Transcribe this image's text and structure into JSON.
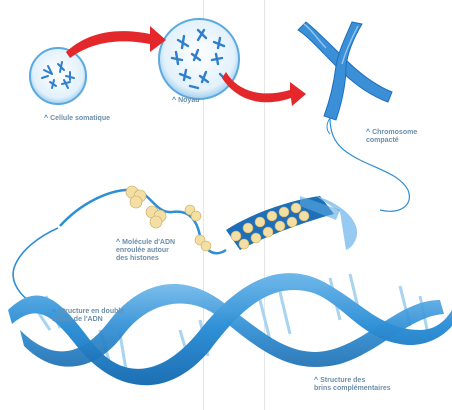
{
  "labels": {
    "somatic_cell": "Cellule somatique",
    "nucleus": "Noyau",
    "chromosome": "Chromosome\ncompacté",
    "dna_histones": "Molécule d'ADN\nenroulée autour\ndes histones",
    "double_helix": "Structure en double\nhélice de l'ADN",
    "complementary_strands": "Structure des\nbrins complémentaires"
  },
  "colors": {
    "arrow": "#e3272a",
    "dna_blue": "#2f8fd5",
    "dna_light": "#a8d4f2",
    "chromosome": "#3a8fd6",
    "histone": "#f3dfa4",
    "label_text": "#6d8ea8",
    "caret": "#2f8fd5"
  },
  "icons": {
    "caret_up": "up-caret-icon",
    "caret_left": "left-caret-icon"
  }
}
